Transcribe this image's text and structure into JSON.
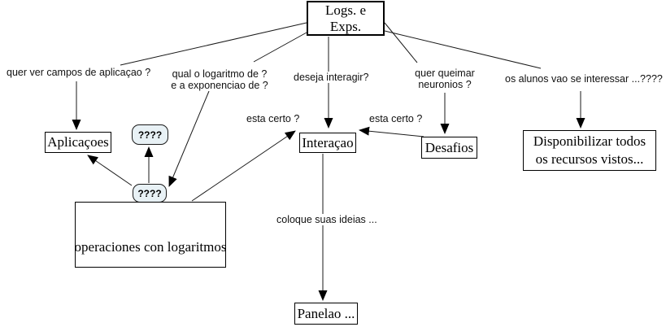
{
  "diagram": {
    "nodes": {
      "logs": {
        "line1": "Logs. e",
        "line2": "Exps."
      },
      "aplicacoes": {
        "label": "Aplicaçoes"
      },
      "q_top": {
        "label": "????"
      },
      "q_mid": {
        "label": "????"
      },
      "interacao": {
        "label": "Interaçao"
      },
      "desafios": {
        "label": "Desafios"
      },
      "disponibilizar": {
        "line1": "Disponibilizar todos",
        "line2": "os recursos vistos..."
      },
      "operaciones": {
        "label": "operaciones con logaritmos"
      },
      "panelao": {
        "label": "Panelao ..."
      }
    },
    "edge_labels": {
      "quer_ver": "quer ver campos de aplicaçao ?",
      "qual_log_line1": "qual o logaritmo de ?",
      "qual_log_line2": "e a exponenciao de ?",
      "deseja": "deseja interagir?",
      "quer_queimar_line1": "quer queimar",
      "quer_queimar_line2": "neuronios ?",
      "os_alunos": "os alunos vao se interessar ...????",
      "esta_certo_left": "esta certo ?",
      "esta_certo_right": "esta certo ?",
      "coloque": "coloque suas ideias ..."
    },
    "colors": {
      "background": "#ffffff",
      "question_node_fill": "#e8f1f5",
      "line": "#1a1a1a",
      "border": "#000000"
    }
  }
}
